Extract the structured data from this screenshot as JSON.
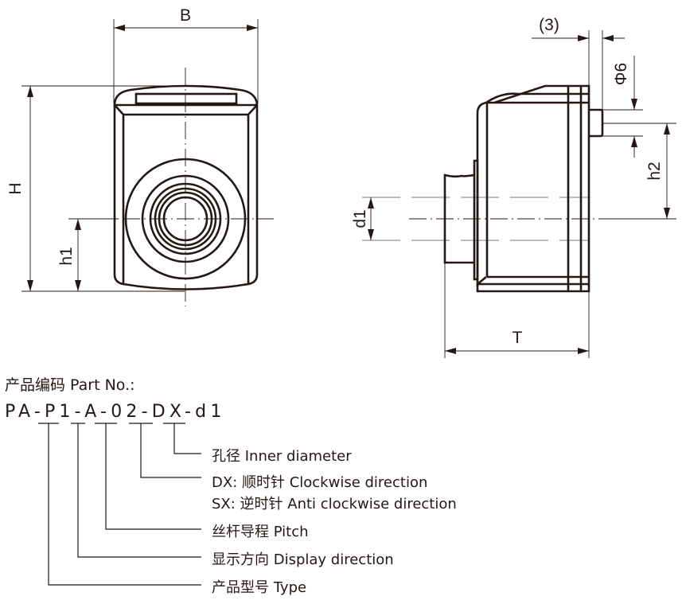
{
  "front_view": {
    "dimensions": {
      "width_label": "B",
      "height_label": "H",
      "center_height_label": "h1"
    }
  },
  "side_view": {
    "dimensions": {
      "offset_label": "(3)",
      "pin_diameter_label": "Φ6",
      "pin_height_label": "h2",
      "bore_label": "d1",
      "depth_label": "T"
    }
  },
  "part_number": {
    "title": "产品编码 Part No.:",
    "code": "PA-P1-A-02-DX-d1",
    "segments": [
      "P1",
      "A",
      "02",
      "DX",
      "d1"
    ],
    "legend": [
      {
        "segment": "d1",
        "label": "孔径 Inner diameter"
      },
      {
        "segment": "DX",
        "label": "DX: 顺时针 Clockwise direction",
        "label2": "SX: 逆时针 Anti clockwise direction"
      },
      {
        "segment": "02",
        "label": "丝杆导程 Pitch"
      },
      {
        "segment": "A",
        "label": "显示方向 Display direction"
      },
      {
        "segment": "P1",
        "label": "产品型号 Type"
      }
    ]
  }
}
